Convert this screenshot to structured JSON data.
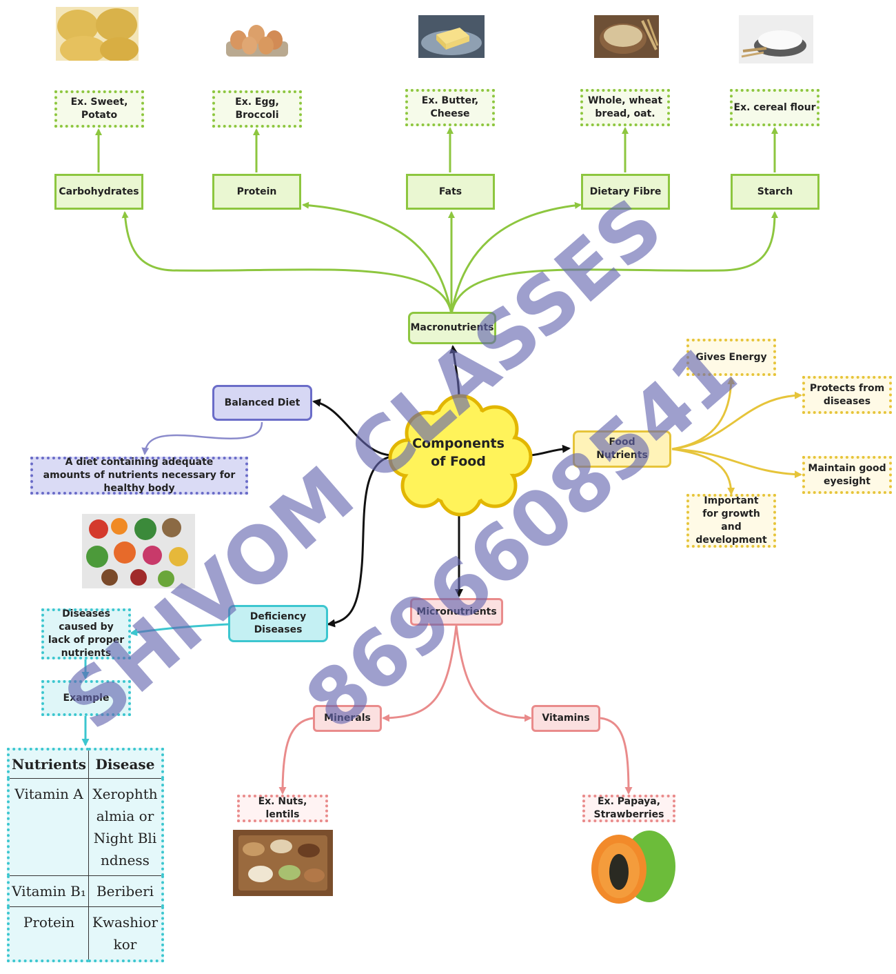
{
  "center": {
    "label": "Components of Food"
  },
  "macronutrients": {
    "label": "Macronutrients",
    "categories": [
      {
        "label": "Carbohydrates",
        "example": "Ex. Sweet, Potato",
        "image": "potato"
      },
      {
        "label": "Protein",
        "example": "Ex. Egg, Broccoli",
        "image": "eggs"
      },
      {
        "label": "Fats",
        "example": "Ex. Butter, Cheese",
        "image": "butter"
      },
      {
        "label": "Dietary Fibre",
        "example": "Whole, wheat bread, oat.",
        "image": "oats"
      },
      {
        "label": "Starch",
        "example": "Ex. cereal flour",
        "image": "flour"
      }
    ]
  },
  "food_nutrients": {
    "label": "Food Nutrients",
    "functions": [
      "Gives Energy",
      "Protects from diseases",
      "Maintain good eyesight",
      "Important for growth and development"
    ]
  },
  "balanced_diet": {
    "label": "Balanced Diet",
    "definition": "A diet containing adequate amounts of nutrients necessary for healthy body"
  },
  "deficiency": {
    "label": "Deficiency Diseases",
    "definition": "Diseases caused by lack of proper nutrients",
    "example_label": "Example",
    "table": {
      "headers": [
        "Nutrients",
        "Disease"
      ],
      "rows": [
        {
          "nutrient": "Vitamin A",
          "disease": "Xerophthalmia or Night Blindness"
        },
        {
          "nutrient": "Vitamin B₁",
          "disease": "Beriberi"
        },
        {
          "nutrient": "Protein",
          "disease": "Kwashiorkor"
        }
      ]
    }
  },
  "micronutrients": {
    "label": "Micronutrients",
    "minerals": {
      "label": "Minerals",
      "example": "Ex. Nuts, lentils",
      "image": "nuts"
    },
    "vitamins": {
      "label": "Vitamins",
      "example": "Ex. Papaya, Strawberries",
      "image": "papaya"
    }
  },
  "watermark": {
    "line1": "SHIVOM CLASSES",
    "line2": "8696608541"
  },
  "colors": {
    "green": "#8dc63f",
    "yellow": "#e6c43a",
    "purple": "#6a6cc8",
    "cyan": "#3cc6cf",
    "red": "#e98b8b",
    "cloud": "#fff35a"
  }
}
